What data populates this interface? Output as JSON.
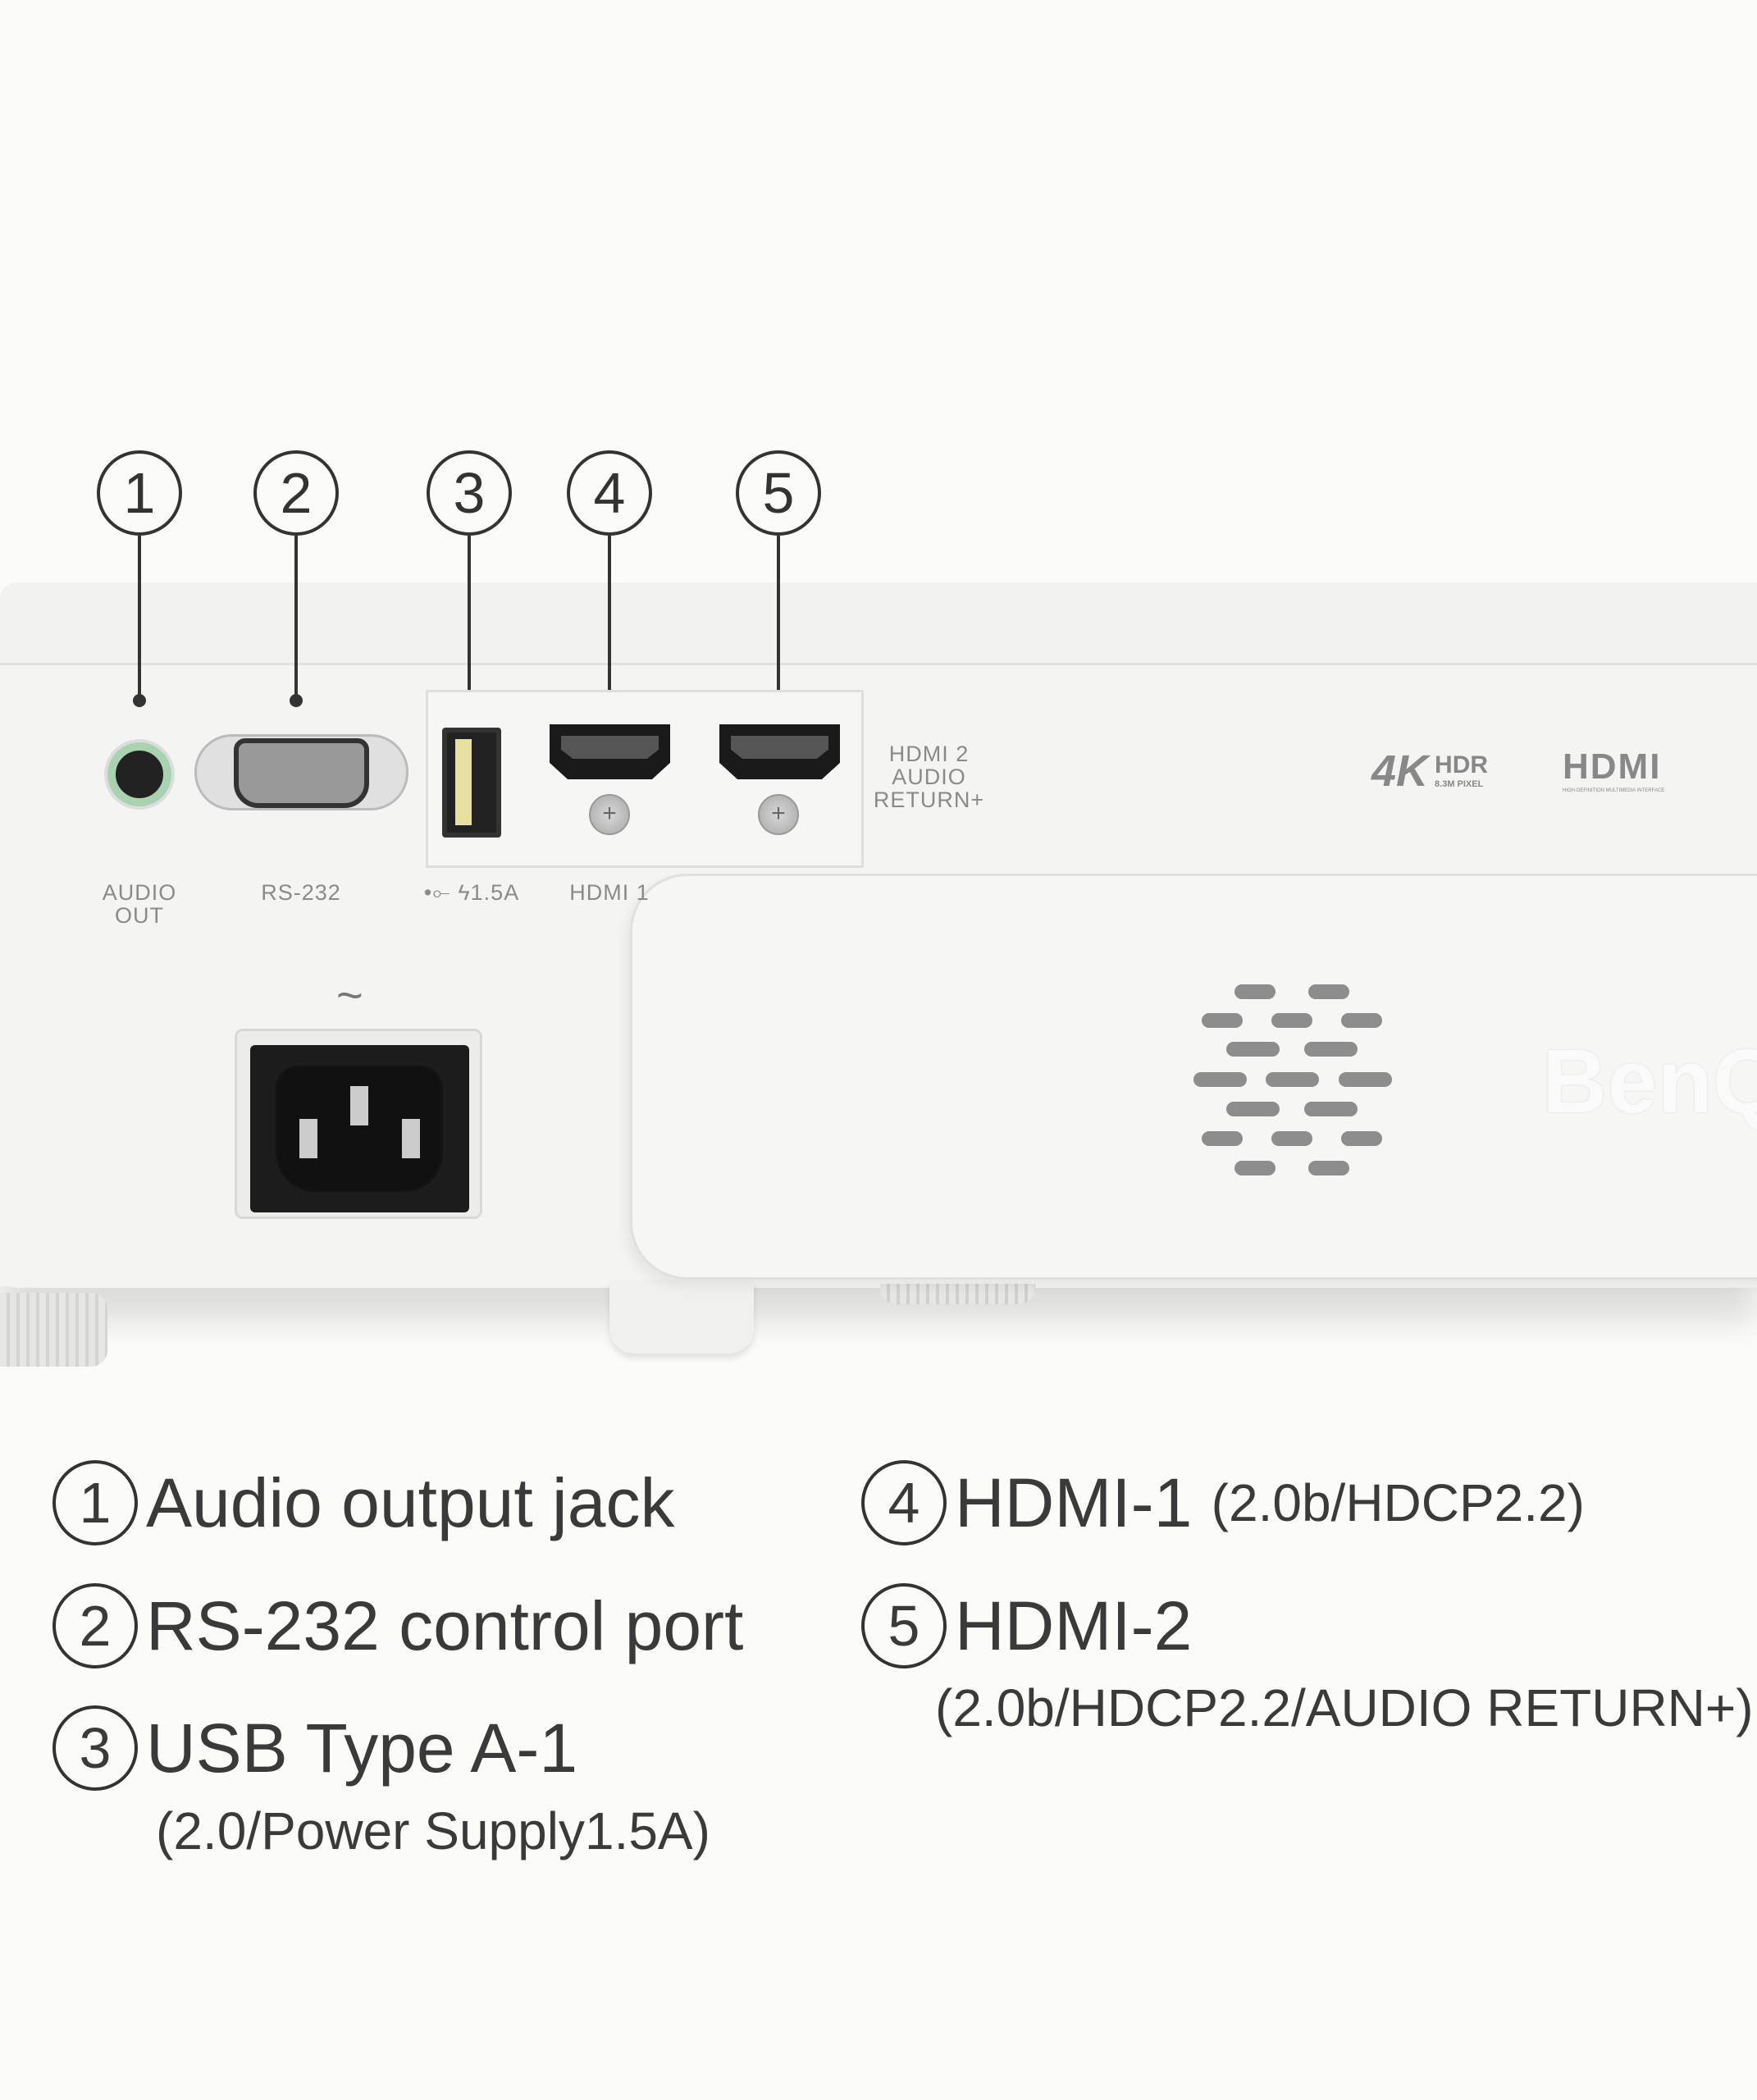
{
  "callouts": [
    "1",
    "2",
    "3",
    "4",
    "5"
  ],
  "panel_labels": {
    "audio_out_1": "AUDIO",
    "audio_out_2": "OUT",
    "rs232": "RS-232",
    "usb": "1.5A",
    "hdmi1": "HDMI 1",
    "hdmi2_1": "HDMI 2",
    "hdmi2_2": "AUDIO",
    "hdmi2_3": "RETURN+",
    "ac": "~"
  },
  "logos": {
    "k4": "4K",
    "hdr": "HDR",
    "pixel": "8.3M PIXEL",
    "hdmi": "HDMI",
    "hdmi_sub": "HIGH-DEFINITION MULTIMEDIA INTERFACE",
    "brand": "BenQ"
  },
  "legend": [
    {
      "num": "1",
      "title": "Audio output jack",
      "detail": ""
    },
    {
      "num": "2",
      "title": "RS-232 control port",
      "detail": ""
    },
    {
      "num": "3",
      "title": "USB Type A-1",
      "detail": "(2.0/Power Supply1.5A)"
    },
    {
      "num": "4",
      "title": "HDMI-1",
      "detail": "(2.0b/HDCP2.2)"
    },
    {
      "num": "5",
      "title": "HDMI-2",
      "detail": "(2.0b/HDCP2.2/AUDIO RETURN+)"
    }
  ]
}
